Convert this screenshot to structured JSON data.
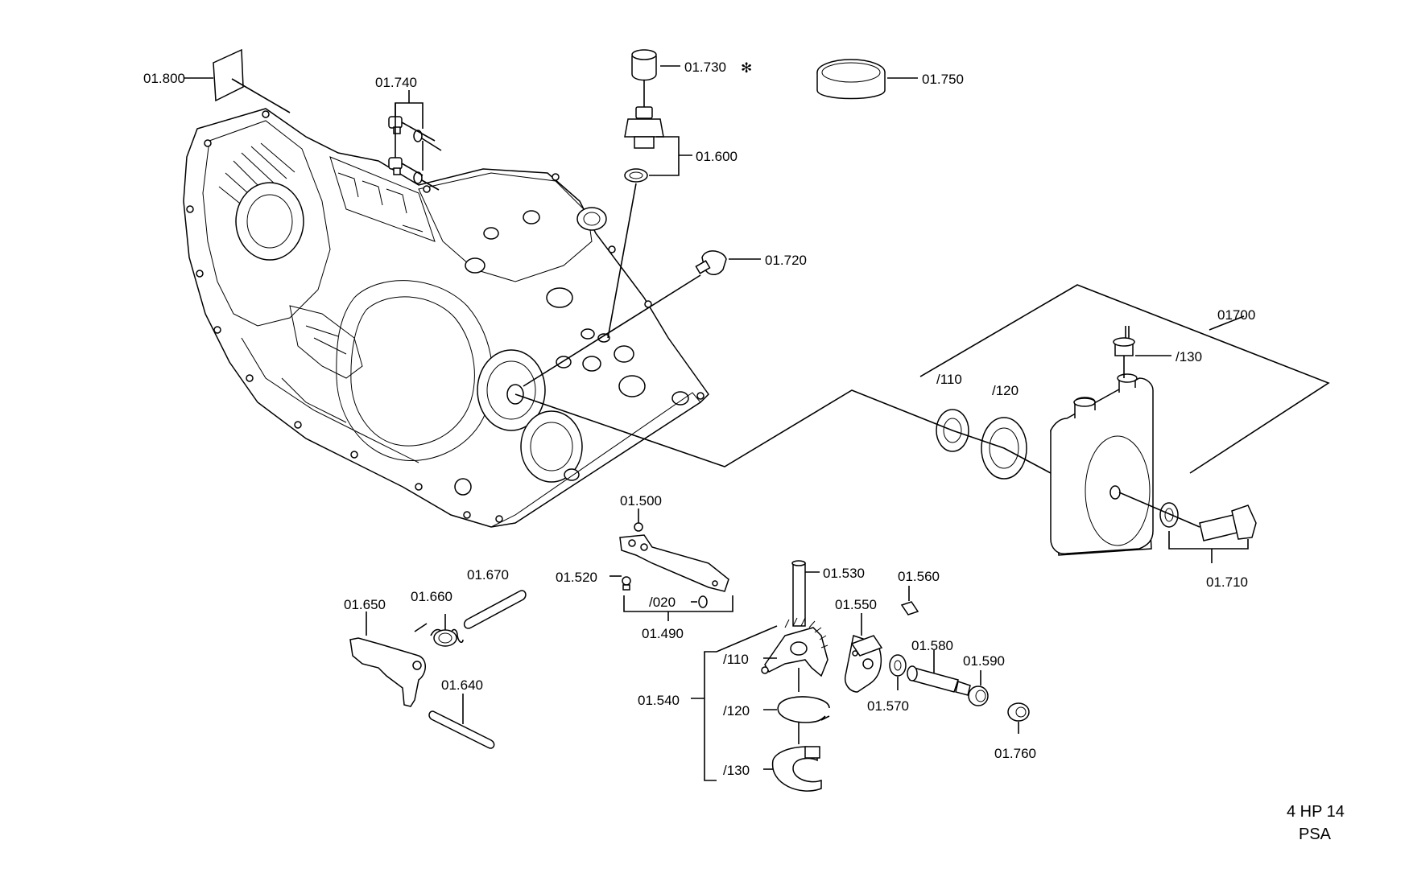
{
  "title": {
    "model": "4 HP 14",
    "maker": "PSA"
  },
  "labels": {
    "p01800": "01.800",
    "p01740": "01.740",
    "p01730": "01.730",
    "p01730_mark": "✻",
    "p01750": "01.750",
    "p01600": "01.600",
    "p01720": "01.720",
    "p01700": "01700",
    "p01700_130": "/130",
    "p01700_110": "/110",
    "p01700_120": "/120",
    "p01710": "01.710",
    "p01500": "01.500",
    "p01520": "01.520",
    "p01490_020": "/020",
    "p01490": "01.490",
    "p01670": "01.670",
    "p01660": "01.660",
    "p01650": "01.650",
    "p01640": "01.640",
    "p01530": "01.530",
    "p01560": "01.560",
    "p01550": "01.550",
    "p01580": "01.580",
    "p01590": "01.590",
    "p01570": "01.570",
    "p01540_110": "/110",
    "p01540": "01.540",
    "p01540_120": "/120",
    "p01540_130": "/130",
    "p01760": "01.760"
  }
}
